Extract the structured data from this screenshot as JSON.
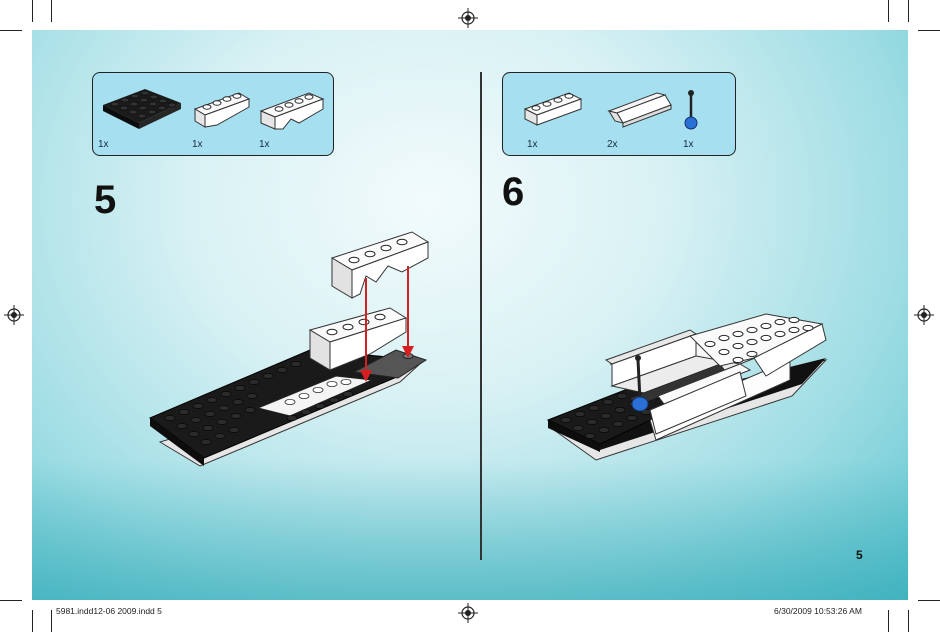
{
  "left_page": {
    "step_number": "5",
    "parts": [
      {
        "icon": "black-plate-icon",
        "qty": "1x"
      },
      {
        "icon": "white-slope-brick-icon",
        "qty": "1x"
      },
      {
        "icon": "white-wedge-brick-icon",
        "qty": "1x"
      }
    ]
  },
  "right_page": {
    "step_number": "6",
    "parts": [
      {
        "icon": "white-brick-icon",
        "qty": "1x"
      },
      {
        "icon": "white-panel-icon",
        "qty": "2x"
      },
      {
        "icon": "blue-lever-icon",
        "qty": "1x"
      }
    ]
  },
  "page_number": "5",
  "slug": {
    "file": "5981.indd12-06 2009.indd   5",
    "timestamp": "6/30/2009   10:53:26 AM"
  },
  "colors": {
    "background_top": "#e8f8fa",
    "background_bottom": "#3fb8c4",
    "parts_box": "#a6dff0",
    "arrow": "#d42020",
    "lever_knob": "#2a6fd6"
  }
}
